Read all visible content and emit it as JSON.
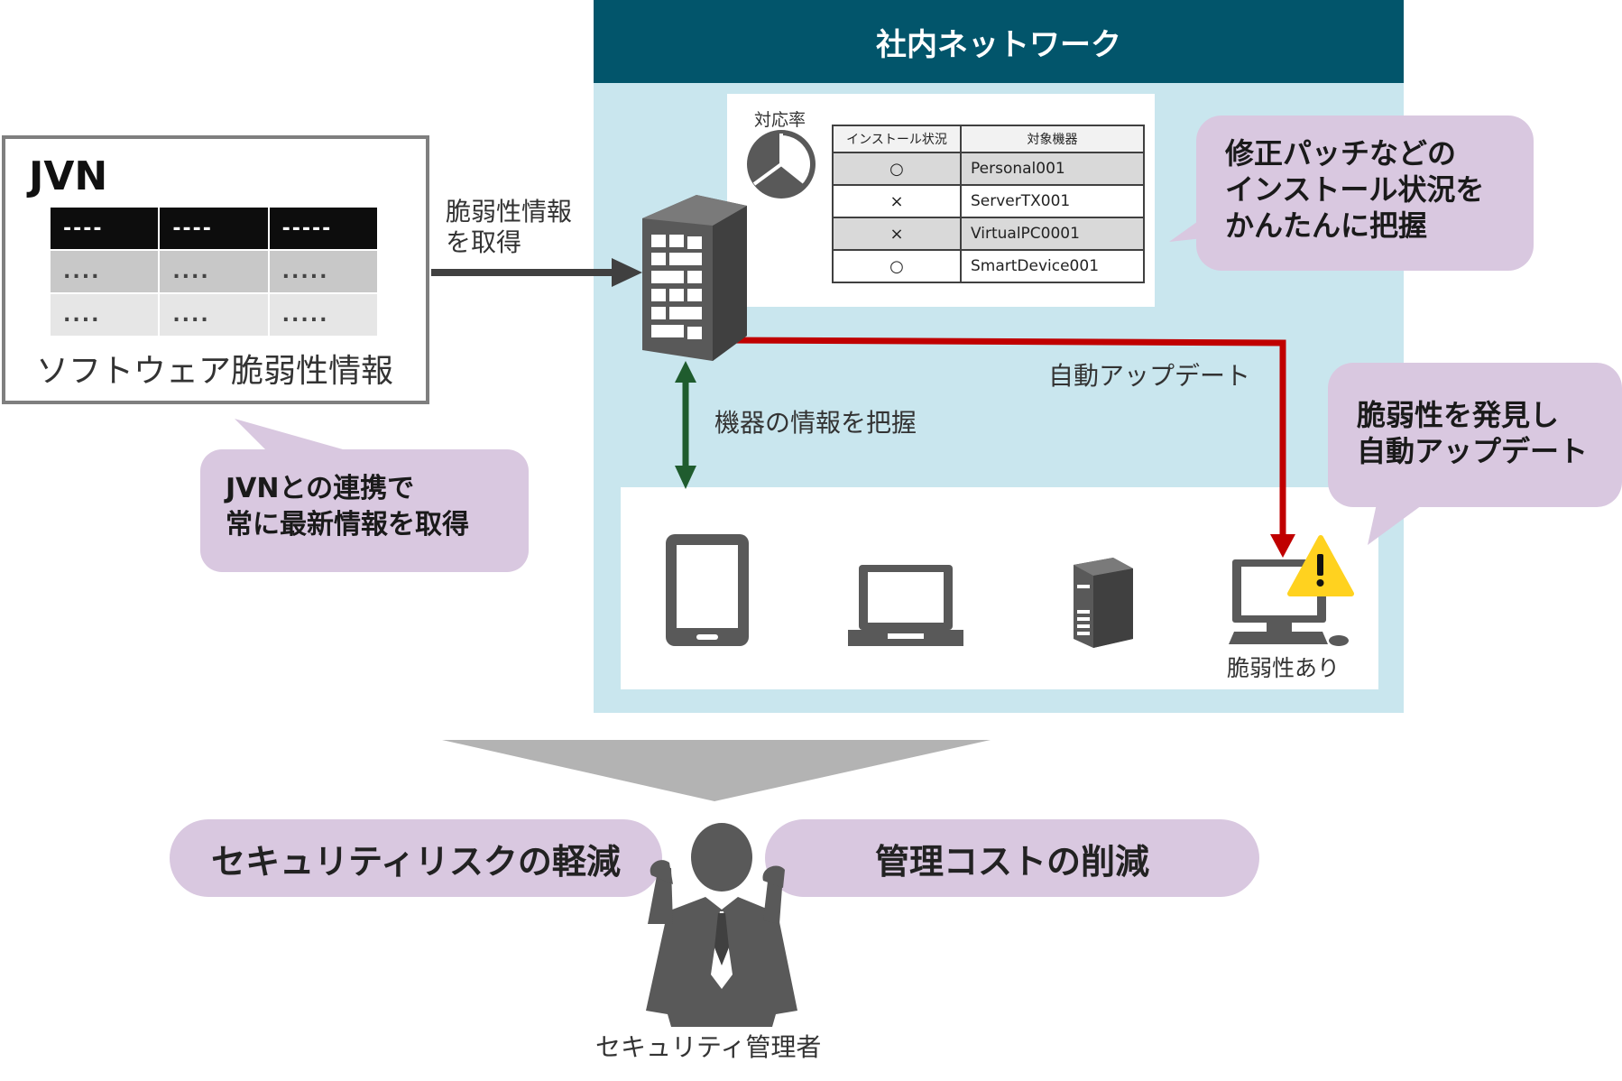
{
  "network": {
    "title": "社内ネットワーク"
  },
  "jvn": {
    "title": "JVN",
    "caption": "ソフトウェア脆弱性情報",
    "rows": [
      [
        "----",
        "----",
        "-----"
      ],
      [
        "....",
        "....",
        "....."
      ],
      [
        "....",
        "....",
        "....."
      ]
    ]
  },
  "labels": {
    "get_info": "脆弱性情報\nを取得",
    "auto_update": "自動アップデート",
    "device_info": "機器の情報を把握",
    "vulnerable": "脆弱性あり",
    "admin": "セキュリティ管理者",
    "chart": "対応率"
  },
  "status_table": {
    "headers": [
      "インストール状況",
      "対象機器"
    ],
    "rows": [
      {
        "status": "○",
        "device": "Personal001"
      },
      {
        "status": "×",
        "device": "ServerTX001"
      },
      {
        "status": "×",
        "device": "VirtualPC0001"
      },
      {
        "status": "○",
        "device": "SmartDevice001"
      }
    ]
  },
  "bubbles": {
    "patch": "修正パッチなどの\nインストール状況を\nかんたんに把握",
    "vuln_update": "脆弱性を発見し\n自動アップデート",
    "jvn_link": "JVNとの連携で\n常に最新情報を取得"
  },
  "benefits": {
    "left": "セキュリティリスクの軽減",
    "right": "管理コストの削減"
  },
  "colors": {
    "header_bg": "#02556b",
    "network_bg": "#c9e6ee",
    "bubble": "#d9c8e0",
    "arrow_red": "#c00000",
    "arrow_green": "#1f5c2e",
    "icon_gray": "#595959",
    "warning": "#ffd21f"
  },
  "icons": [
    "server-building-icon",
    "pie-chart-icon",
    "tablet-icon",
    "laptop-icon",
    "tower-server-icon",
    "desktop-pc-icon",
    "warning-icon",
    "admin-person-icon"
  ]
}
